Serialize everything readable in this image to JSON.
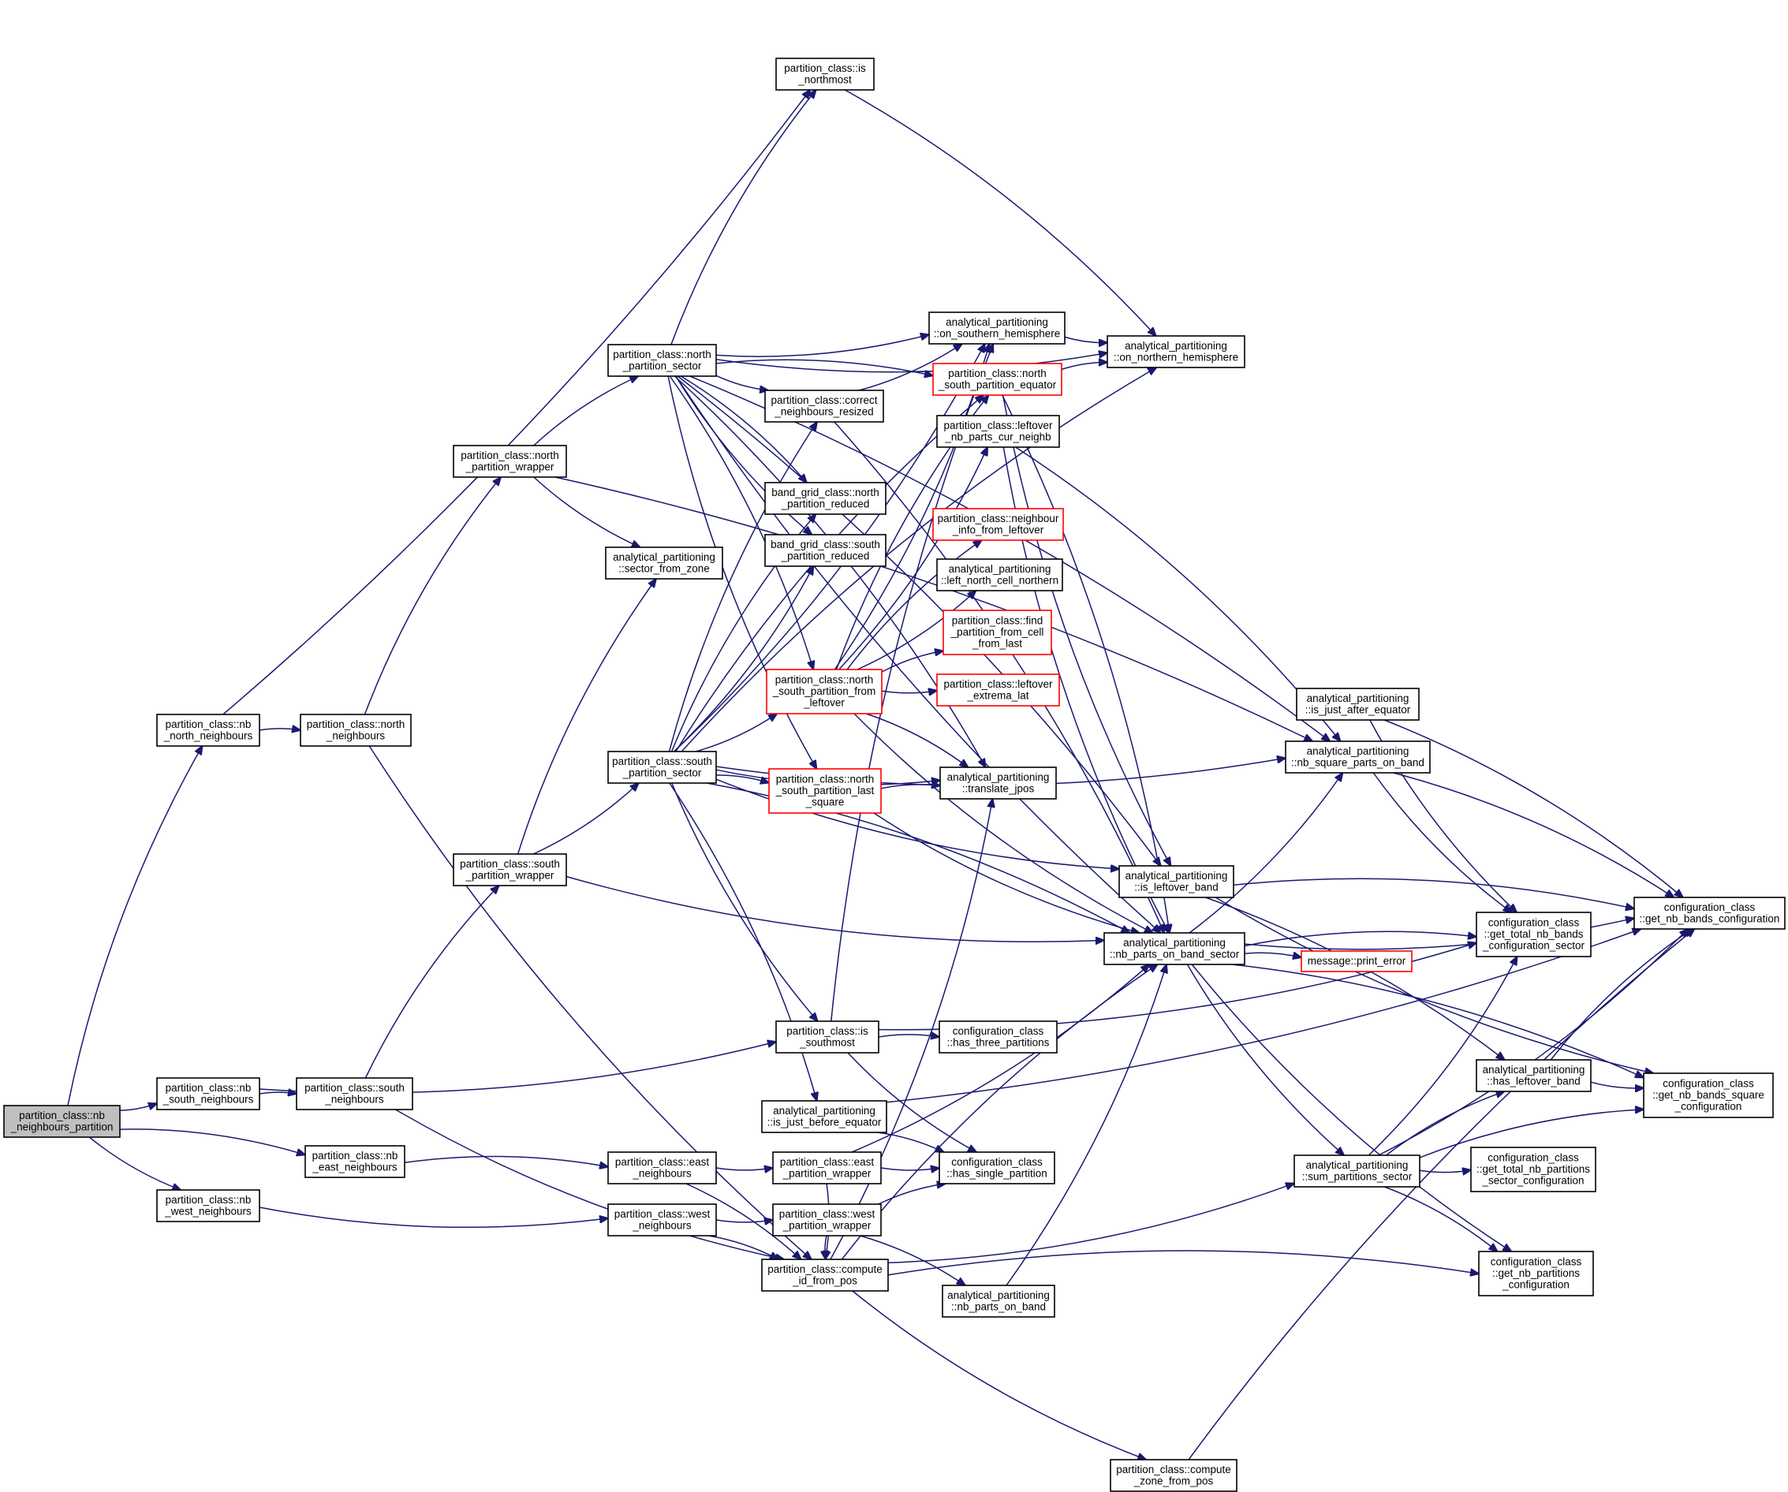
{
  "colors": {
    "edge": "#191970",
    "node_border": "#000000",
    "node_border_truncated": "#ff0000",
    "node_fill": "#ffffff",
    "root_fill": "#bfbfbf",
    "text": "#000000"
  },
  "nodes": [
    {
      "id": "root",
      "lines": [
        "partition_class::nb",
        "_neighbours_partition"
      ],
      "style": "root"
    },
    {
      "id": "nbnorth",
      "lines": [
        "partition_class::nb",
        "_north_neighbours"
      ],
      "style": "normal"
    },
    {
      "id": "nbsouth",
      "lines": [
        "partition_class::nb",
        "_south_neighbours"
      ],
      "style": "normal"
    },
    {
      "id": "nbeast",
      "lines": [
        "partition_class::nb",
        "_east_neighbours"
      ],
      "style": "normal"
    },
    {
      "id": "nbwest",
      "lines": [
        "partition_class::nb",
        "_west_neighbours"
      ],
      "style": "normal"
    },
    {
      "id": "northn",
      "lines": [
        "partition_class::north",
        "_neighbours"
      ],
      "style": "normal"
    },
    {
      "id": "southn",
      "lines": [
        "partition_class::south",
        "_neighbours"
      ],
      "style": "normal"
    },
    {
      "id": "npw",
      "lines": [
        "partition_class::north",
        "_partition_wrapper"
      ],
      "style": "normal"
    },
    {
      "id": "spw",
      "lines": [
        "partition_class::south",
        "_partition_wrapper"
      ],
      "style": "normal"
    },
    {
      "id": "ismn",
      "lines": [
        "partition_class::is",
        "_northmost"
      ],
      "style": "normal"
    },
    {
      "id": "nps",
      "lines": [
        "partition_class::north",
        "_partition_sector"
      ],
      "style": "normal"
    },
    {
      "id": "sfz",
      "lines": [
        "analytical_partitioning",
        "::sector_from_zone"
      ],
      "style": "normal"
    },
    {
      "id": "sps",
      "lines": [
        "partition_class::south",
        "_partition_sector"
      ],
      "style": "normal"
    },
    {
      "id": "eastn",
      "lines": [
        "partition_class::east",
        "_neighbours"
      ],
      "style": "normal"
    },
    {
      "id": "westn",
      "lines": [
        "partition_class::west",
        "_neighbours"
      ],
      "style": "normal"
    },
    {
      "id": "cnr",
      "lines": [
        "partition_class::correct",
        "_neighbours_resized"
      ],
      "style": "normal"
    },
    {
      "id": "bgn",
      "lines": [
        "band_grid_class::north",
        "_partition_reduced"
      ],
      "style": "normal"
    },
    {
      "id": "bgs",
      "lines": [
        "band_grid_class::south",
        "_partition_reduced"
      ],
      "style": "normal"
    },
    {
      "id": "nspfl",
      "lines": [
        "partition_class::north",
        "_south_partition_from",
        "_leftover"
      ],
      "style": "truncated"
    },
    {
      "id": "nspls",
      "lines": [
        "partition_class::north",
        "_south_partition_last",
        "_square"
      ],
      "style": "truncated"
    },
    {
      "id": "issm",
      "lines": [
        "partition_class::is",
        "_southmost"
      ],
      "style": "normal"
    },
    {
      "id": "ijbe",
      "lines": [
        "analytical_partitioning",
        "::is_just_before_equator"
      ],
      "style": "normal"
    },
    {
      "id": "epw",
      "lines": [
        "partition_class::east",
        "_partition_wrapper"
      ],
      "style": "normal"
    },
    {
      "id": "wpw",
      "lines": [
        "partition_class::west",
        "_partition_wrapper"
      ],
      "style": "normal"
    },
    {
      "id": "cifp",
      "lines": [
        "partition_class::compute",
        "_id_from_pos"
      ],
      "style": "normal"
    },
    {
      "id": "osh",
      "lines": [
        "analytical_partitioning",
        "::on_southern_hemisphere"
      ],
      "style": "normal"
    },
    {
      "id": "nspe",
      "lines": [
        "partition_class::north",
        "_south_partition_equator"
      ],
      "style": "truncated"
    },
    {
      "id": "lnpcn",
      "lines": [
        "partition_class::leftover",
        "_nb_parts_cur_neighb"
      ],
      "style": "normal"
    },
    {
      "id": "nifl",
      "lines": [
        "partition_class::neighbour",
        "_info_from_leftover"
      ],
      "style": "truncated"
    },
    {
      "id": "lncn",
      "lines": [
        "analytical_partitioning",
        "::left_north_cell_northern"
      ],
      "style": "normal"
    },
    {
      "id": "fpfc",
      "lines": [
        "partition_class::find",
        "_partition_from_cell",
        "_from_last"
      ],
      "style": "truncated"
    },
    {
      "id": "lel",
      "lines": [
        "partition_class::leftover",
        "_extrema_lat"
      ],
      "style": "truncated"
    },
    {
      "id": "tj",
      "lines": [
        "analytical_partitioning",
        "::translate_jpos"
      ],
      "style": "normal"
    },
    {
      "id": "htp",
      "lines": [
        "configuration_class",
        "::has_three_partitions"
      ],
      "style": "normal"
    },
    {
      "id": "hsp",
      "lines": [
        "configuration_class",
        "::has_single_partition"
      ],
      "style": "normal"
    },
    {
      "id": "npob",
      "lines": [
        "analytical_partitioning",
        "::nb_parts_on_band"
      ],
      "style": "normal"
    },
    {
      "id": "czfp",
      "lines": [
        "partition_class::compute",
        "_zone_from_pos"
      ],
      "style": "normal"
    },
    {
      "id": "onh",
      "lines": [
        "analytical_partitioning",
        "::on_northern_hemisphere"
      ],
      "style": "normal"
    },
    {
      "id": "ilb",
      "lines": [
        "analytical_partitioning",
        "::is_leftover_band"
      ],
      "style": "normal"
    },
    {
      "id": "npobs",
      "lines": [
        "analytical_partitioning",
        "::nb_parts_on_band_sector"
      ],
      "style": "normal"
    },
    {
      "id": "ijae",
      "lines": [
        "analytical_partitioning",
        "::is_just_after_equator"
      ],
      "style": "normal"
    },
    {
      "id": "nspob",
      "lines": [
        "analytical_partitioning",
        "::nb_square_parts_on_band"
      ],
      "style": "normal"
    },
    {
      "id": "pe",
      "lines": [
        "message::print_error"
      ],
      "style": "truncated"
    },
    {
      "id": "sps2",
      "lines": [
        "analytical_partitioning",
        "::sum_partitions_sector"
      ],
      "style": "normal"
    },
    {
      "id": "gtnbcs",
      "lines": [
        "configuration_class",
        "::get_total_nb_bands",
        "_configuration_sector"
      ],
      "style": "normal"
    },
    {
      "id": "hlb",
      "lines": [
        "analytical_partitioning",
        "::has_leftover_band"
      ],
      "style": "normal"
    },
    {
      "id": "gtnpsc",
      "lines": [
        "configuration_class",
        "::get_total_nb_partitions",
        "_sector_configuration"
      ],
      "style": "normal"
    },
    {
      "id": "gnpc",
      "lines": [
        "configuration_class",
        "::get_nb_partitions",
        "_configuration"
      ],
      "style": "normal"
    },
    {
      "id": "gnbc",
      "lines": [
        "configuration_class",
        "::get_nb_bands_configuration"
      ],
      "style": "normal"
    },
    {
      "id": "gnbsc",
      "lines": [
        "configuration_class",
        "::get_nb_bands_square",
        "_configuration"
      ],
      "style": "normal"
    }
  ],
  "edges": [
    [
      "root",
      "nbnorth"
    ],
    [
      "root",
      "nbsouth"
    ],
    [
      "root",
      "nbeast"
    ],
    [
      "root",
      "nbwest"
    ],
    [
      "nbnorth",
      "northn"
    ],
    [
      "nbnorth",
      "ismn"
    ],
    [
      "nbsouth",
      "southn"
    ],
    [
      "nbsouth",
      "issm"
    ],
    [
      "nbeast",
      "eastn"
    ],
    [
      "nbwest",
      "westn"
    ],
    [
      "northn",
      "npw"
    ],
    [
      "northn",
      "cifp"
    ],
    [
      "southn",
      "spw"
    ],
    [
      "southn",
      "cifp"
    ],
    [
      "npw",
      "nps"
    ],
    [
      "npw",
      "sfz"
    ],
    [
      "npw",
      "nspob"
    ],
    [
      "spw",
      "sps"
    ],
    [
      "spw",
      "sfz"
    ],
    [
      "spw",
      "npobs"
    ],
    [
      "nps",
      "ismn"
    ],
    [
      "nps",
      "osh"
    ],
    [
      "nps",
      "nspe"
    ],
    [
      "nps",
      "cnr"
    ],
    [
      "nps",
      "bgn"
    ],
    [
      "nps",
      "bgs"
    ],
    [
      "nps",
      "nspfl"
    ],
    [
      "nps",
      "nspls"
    ],
    [
      "nps",
      "tj"
    ],
    [
      "nps",
      "onh"
    ],
    [
      "nps",
      "ilb"
    ],
    [
      "nps",
      "npobs"
    ],
    [
      "nps",
      "nspob"
    ],
    [
      "sps",
      "issm"
    ],
    [
      "sps",
      "ijbe"
    ],
    [
      "sps",
      "nspfl"
    ],
    [
      "sps",
      "nspls"
    ],
    [
      "sps",
      "tj"
    ],
    [
      "sps",
      "bgn"
    ],
    [
      "sps",
      "bgs"
    ],
    [
      "sps",
      "cnr"
    ],
    [
      "sps",
      "osh"
    ],
    [
      "sps",
      "onh"
    ],
    [
      "sps",
      "ilb"
    ],
    [
      "sps",
      "npobs"
    ],
    [
      "sps",
      "nspob"
    ],
    [
      "sps",
      "nspe"
    ],
    [
      "eastn",
      "epw"
    ],
    [
      "eastn",
      "cifp"
    ],
    [
      "westn",
      "wpw"
    ],
    [
      "westn",
      "cifp"
    ],
    [
      "epw",
      "hsp"
    ],
    [
      "epw",
      "cifp"
    ],
    [
      "epw",
      "npobs"
    ],
    [
      "wpw",
      "hsp"
    ],
    [
      "wpw",
      "cifp"
    ],
    [
      "wpw",
      "npob"
    ],
    [
      "cifp",
      "tj"
    ],
    [
      "cifp",
      "npobs"
    ],
    [
      "cifp",
      "sps2"
    ],
    [
      "cifp",
      "gnpc"
    ],
    [
      "cifp",
      "czfp"
    ],
    [
      "czfp",
      "gnbc"
    ],
    [
      "cnr",
      "osh"
    ],
    [
      "cnr",
      "npobs"
    ],
    [
      "nspfl",
      "osh"
    ],
    [
      "nspfl",
      "nspe"
    ],
    [
      "nspfl",
      "lnpcn"
    ],
    [
      "nspfl",
      "nifl"
    ],
    [
      "nspfl",
      "lncn"
    ],
    [
      "nspfl",
      "fpfc"
    ],
    [
      "nspfl",
      "lel"
    ],
    [
      "nspfl",
      "tj"
    ],
    [
      "nspfl",
      "npobs"
    ],
    [
      "nspls",
      "tj"
    ],
    [
      "nspls",
      "npobs"
    ],
    [
      "issm",
      "htp"
    ],
    [
      "issm",
      "hsp"
    ],
    [
      "issm",
      "osh"
    ],
    [
      "issm",
      "gtnbcs"
    ],
    [
      "ijbe",
      "hsp"
    ],
    [
      "ijbe",
      "gnbc"
    ],
    [
      "ismn",
      "onh"
    ],
    [
      "osh",
      "onh"
    ],
    [
      "nspe",
      "onh"
    ],
    [
      "nspe",
      "ilb"
    ],
    [
      "nspe",
      "npobs"
    ],
    [
      "lnpcn",
      "npobs"
    ],
    [
      "lnpcn",
      "nspob"
    ],
    [
      "npob",
      "npobs"
    ],
    [
      "ilb",
      "gnbc"
    ],
    [
      "ilb",
      "gnbsc"
    ],
    [
      "ilb",
      "hlb"
    ],
    [
      "npobs",
      "nspob"
    ],
    [
      "npobs",
      "pe"
    ],
    [
      "npobs",
      "gnbc"
    ],
    [
      "npobs",
      "gtnbcs"
    ],
    [
      "npobs",
      "sps2"
    ],
    [
      "npobs",
      "gnbsc"
    ],
    [
      "npobs",
      "gnpc"
    ],
    [
      "ijae",
      "gnbc"
    ],
    [
      "ijae",
      "gtnbcs"
    ],
    [
      "nspob",
      "gnbc"
    ],
    [
      "nspob",
      "gtnbcs"
    ],
    [
      "sps2",
      "hlb"
    ],
    [
      "sps2",
      "gtnpsc"
    ],
    [
      "sps2",
      "gnpc"
    ],
    [
      "sps2",
      "gnbc"
    ],
    [
      "sps2",
      "gnbsc"
    ],
    [
      "sps2",
      "gtnbcs"
    ],
    [
      "hlb",
      "gnbc"
    ],
    [
      "hlb",
      "gnbsc"
    ]
  ]
}
